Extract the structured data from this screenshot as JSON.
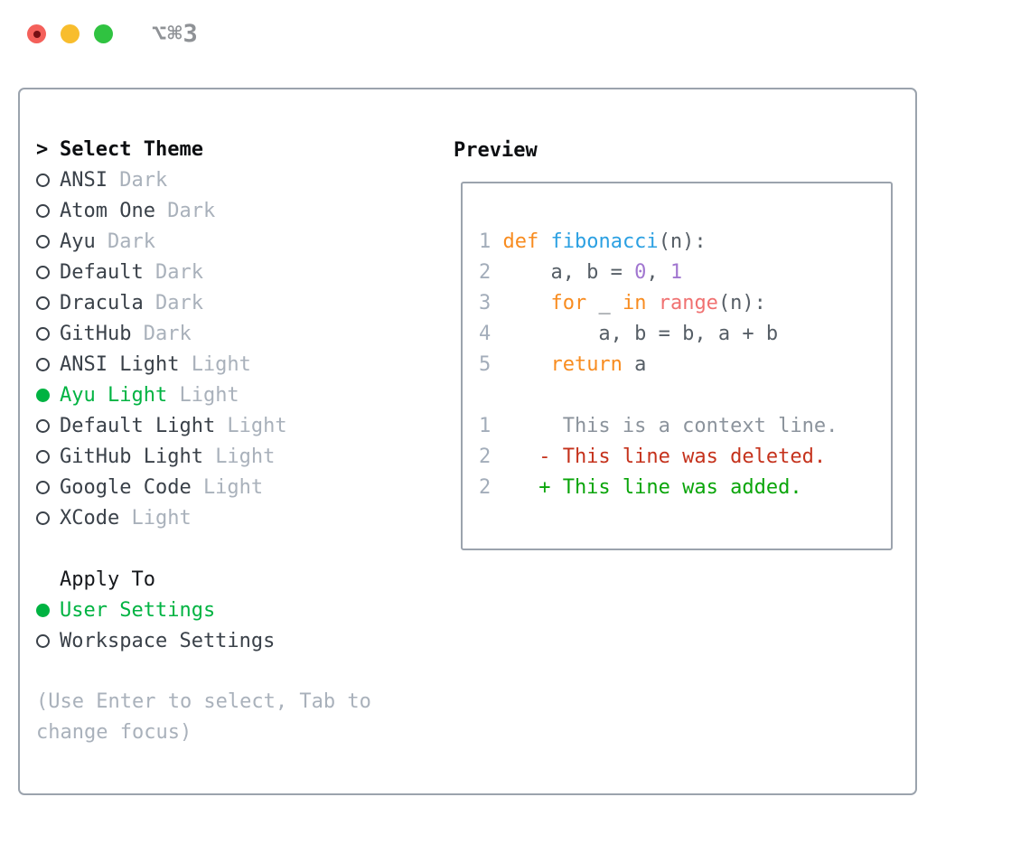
{
  "window": {
    "title_shortcut": "⌥⌘3"
  },
  "titlebar_buttons": [
    {
      "name": "close",
      "color": "#f4605a",
      "has_record_dot": true
    },
    {
      "name": "minimize",
      "color": "#f8bd2d",
      "has_record_dot": false
    },
    {
      "name": "zoom",
      "color": "#30c341",
      "has_record_dot": false
    }
  ],
  "theme_panel": {
    "header_prefix": ">",
    "header": "Select Theme",
    "themes": [
      {
        "name": "ANSI",
        "tag": "Dark",
        "selected": false
      },
      {
        "name": "Atom One",
        "tag": "Dark",
        "selected": false
      },
      {
        "name": "Ayu",
        "tag": "Dark",
        "selected": false
      },
      {
        "name": "Default",
        "tag": "Dark",
        "selected": false
      },
      {
        "name": "Dracula",
        "tag": "Dark",
        "selected": false
      },
      {
        "name": "GitHub",
        "tag": "Dark",
        "selected": false
      },
      {
        "name": "ANSI Light",
        "tag": "Light",
        "selected": false
      },
      {
        "name": "Ayu Light",
        "tag": "Light",
        "selected": true
      },
      {
        "name": "Default Light",
        "tag": "Light",
        "selected": false
      },
      {
        "name": "GitHub Light",
        "tag": "Light",
        "selected": false
      },
      {
        "name": "Google Code",
        "tag": "Light",
        "selected": false
      },
      {
        "name": "XCode",
        "tag": "Light",
        "selected": false
      }
    ],
    "apply_to": {
      "header": "Apply To",
      "options": [
        {
          "label": "User Settings",
          "selected": true
        },
        {
          "label": "Workspace Settings",
          "selected": false
        }
      ]
    },
    "hint": "(Use Enter to select, Tab to change focus)"
  },
  "preview": {
    "header": "Preview",
    "code_lines": [
      {
        "n": "1",
        "t": [
          [
            "kw",
            "def"
          ],
          [
            "pl",
            " "
          ],
          [
            "fn",
            "fibonacci"
          ],
          [
            "pl",
            "(n):"
          ]
        ]
      },
      {
        "n": "2",
        "t": [
          [
            "pl",
            "    a, b = "
          ],
          [
            "nm",
            "0"
          ],
          [
            "pl",
            ", "
          ],
          [
            "nm",
            "1"
          ]
        ]
      },
      {
        "n": "3",
        "t": [
          [
            "pl",
            "    "
          ],
          [
            "kw",
            "for"
          ],
          [
            "pl",
            " _ "
          ],
          [
            "kw",
            "in"
          ],
          [
            "pl",
            " "
          ],
          [
            "rg",
            "range"
          ],
          [
            "pl",
            "(n):"
          ]
        ]
      },
      {
        "n": "4",
        "t": [
          [
            "pl",
            "        a, b = b, a + b"
          ]
        ]
      },
      {
        "n": "5",
        "t": [
          [
            "pl",
            "    "
          ],
          [
            "kw",
            "return"
          ],
          [
            "pl",
            " a"
          ]
        ]
      },
      {
        "n": "",
        "t": []
      },
      {
        "n": "1",
        "t": [
          [
            "ctx",
            "     This is a context line."
          ]
        ]
      },
      {
        "n": "2",
        "t": [
          [
            "del",
            "   - This line was deleted."
          ]
        ]
      },
      {
        "n": "2",
        "t": [
          [
            "add",
            "   + This line was added."
          ]
        ]
      }
    ]
  },
  "colors": {
    "selection_green": "#00b342",
    "panel_border": "#9ba3ad",
    "text_primary": "#3a4149",
    "text_muted": "#a9b1bb",
    "line_number": "#a3adba",
    "code_keyword_orange": "#f88c20",
    "code_function_blue": "#2ba0e2",
    "code_number_purple": "#a176d0",
    "code_builtin_coral": "#f07171",
    "code_plain": "#565e66",
    "diff_deleted_red": "#c5321c",
    "diff_added_green": "#0aa50a",
    "traffic_red": "#f4605a",
    "traffic_yellow": "#f8bd2d",
    "traffic_green": "#30c341"
  }
}
